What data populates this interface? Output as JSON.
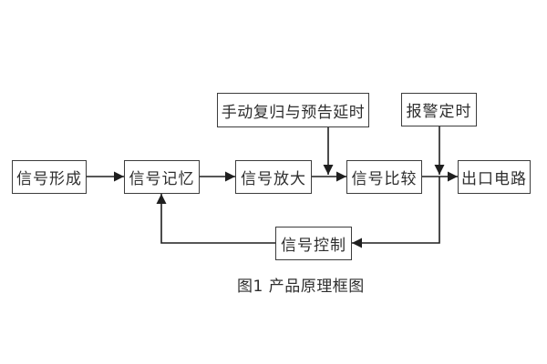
{
  "figure": {
    "caption": "图1 产品原理框图",
    "type": "block-diagram",
    "colors": {
      "background": "#ffffff",
      "box_border": "#3c3c3c",
      "line": "#1f1f1f",
      "text": "#2e2e2e"
    },
    "nodes": [
      {
        "id": "signal-formation",
        "label": "信号形成"
      },
      {
        "id": "signal-memory",
        "label": "信号记忆"
      },
      {
        "id": "signal-amplify",
        "label": "信号放大"
      },
      {
        "id": "signal-compare",
        "label": "信号比较"
      },
      {
        "id": "output-circuit",
        "label": "出口电路"
      },
      {
        "id": "manual-reset-forewarn-delay",
        "label": "手动复归与预告延时"
      },
      {
        "id": "alarm-timing",
        "label": "报警定时"
      },
      {
        "id": "signal-control",
        "label": "信号控制"
      }
    ],
    "edges": [
      {
        "from": "signal-formation",
        "to": "signal-memory",
        "arrow": "right"
      },
      {
        "from": "signal-memory",
        "to": "signal-amplify",
        "arrow": "right"
      },
      {
        "from": "signal-amplify",
        "to": "signal-compare",
        "arrow": "right"
      },
      {
        "from": "signal-compare",
        "to": "output-circuit",
        "arrow": "right"
      },
      {
        "from": "manual-reset-forewarn-delay",
        "to": "link(signal-amplify → signal-compare)",
        "arrow": "down"
      },
      {
        "from": "alarm-timing",
        "to": "link(signal-compare → output-circuit)",
        "arrow": "down"
      },
      {
        "from": "link(signal-compare → output-circuit)",
        "to": "signal-control",
        "arrow": "left"
      },
      {
        "from": "signal-control",
        "to": "signal-memory",
        "arrow": "up"
      }
    ]
  }
}
